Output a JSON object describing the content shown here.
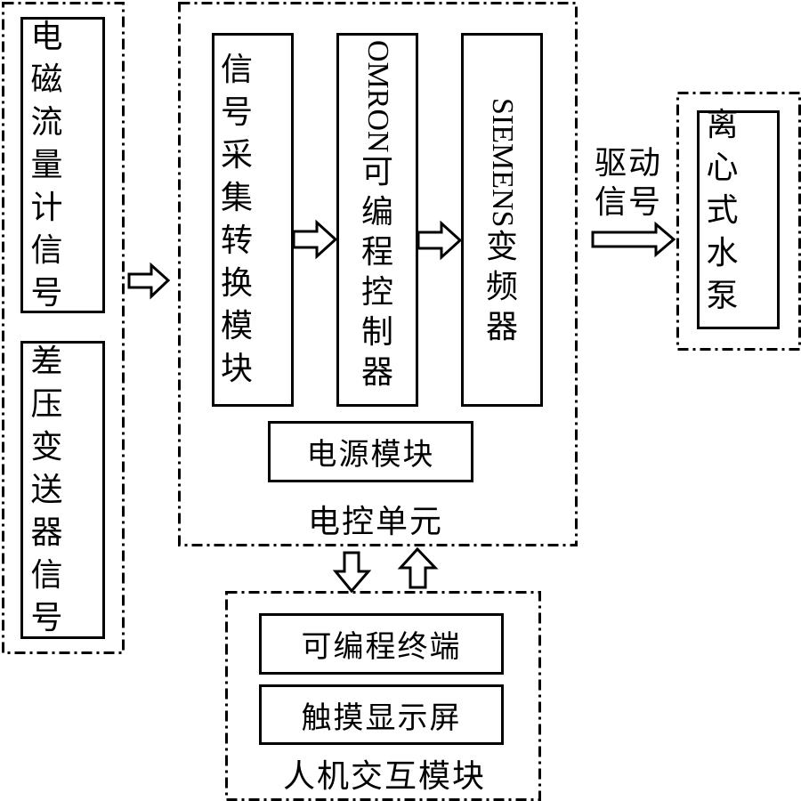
{
  "diagram": {
    "left_group": {
      "flowmeter_signal": "电磁流量计信号",
      "pressure_signal": "差压变送器信号"
    },
    "control_unit": {
      "title": "电控单元",
      "acquisition_module": "信号采集转换模块",
      "plc": {
        "brand": "OMRON",
        "label": "可编程控制器"
      },
      "inverter": {
        "brand": "SIEMENS",
        "label": "变频器"
      },
      "power_module": "电源模块"
    },
    "drive_signal_label": "驱动信号",
    "pump": "离心式水泵",
    "hmi": {
      "title": "人机交互模块",
      "terminal": "可编程终端",
      "touch_screen": "触摸显示屏"
    },
    "colors": {
      "line": "#000000",
      "background": "#ffffff"
    }
  }
}
